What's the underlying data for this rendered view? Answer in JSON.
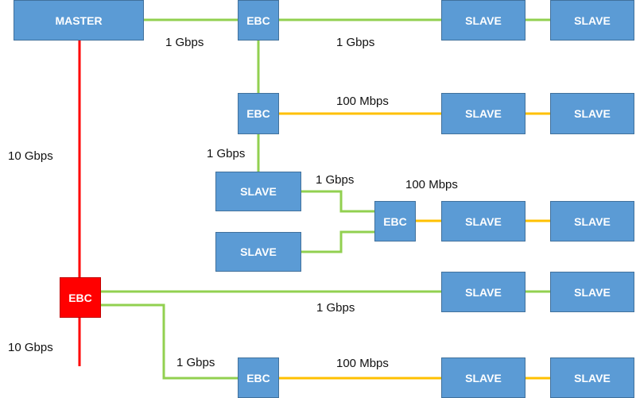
{
  "colors": {
    "box_fill": "#5b9bd5",
    "core_fill": "#ff0000",
    "link_1gbps": "#92d050",
    "link_100mbps": "#ffc000",
    "link_10gbps": "#ff0000"
  },
  "nodes": {
    "master": "MASTER",
    "ebc": "EBC",
    "slave": "SLAVE"
  },
  "labels": {
    "gbps1": "1 Gbps",
    "mbps100": "100 Mbps",
    "gbps10": "10 Gbps"
  }
}
